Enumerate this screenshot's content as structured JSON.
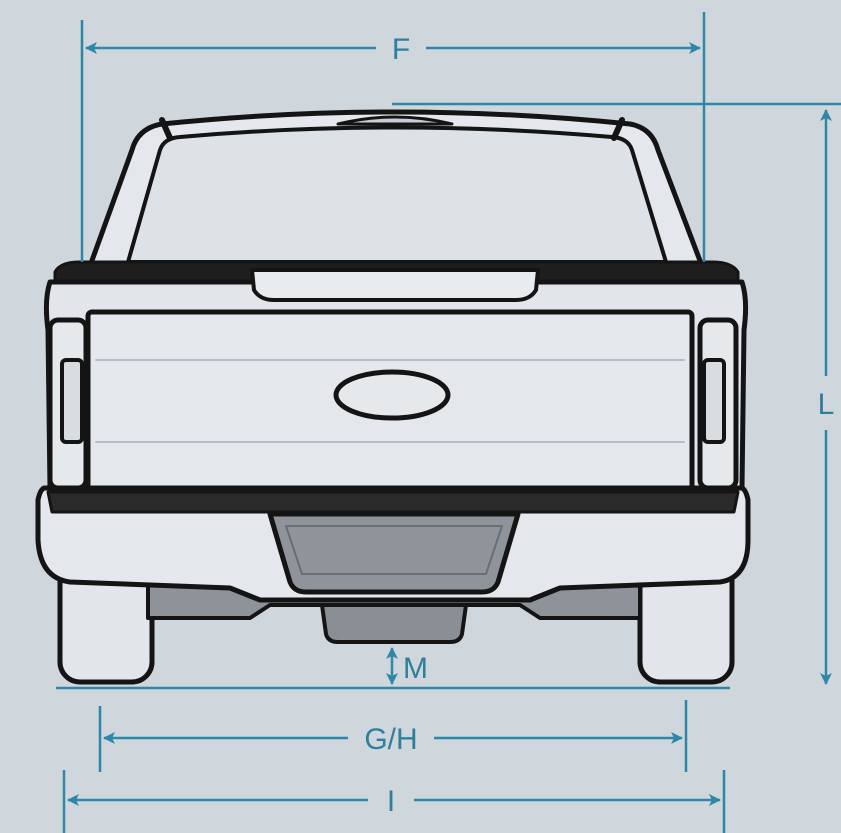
{
  "diagram": {
    "dimension_labels": {
      "overall_width": "F",
      "overall_height": "L",
      "ground_clearance": "M",
      "track_width": "G/H",
      "overall_width_with_mirrors": "I"
    },
    "colors": {
      "background": "#cfd6dc",
      "dimension_line": "#2e87a6",
      "dimension_text": "#2f7f9c",
      "outline": "#141414",
      "body_fill": "#e2e6ea",
      "shade_fill": "#8a8f96"
    }
  }
}
